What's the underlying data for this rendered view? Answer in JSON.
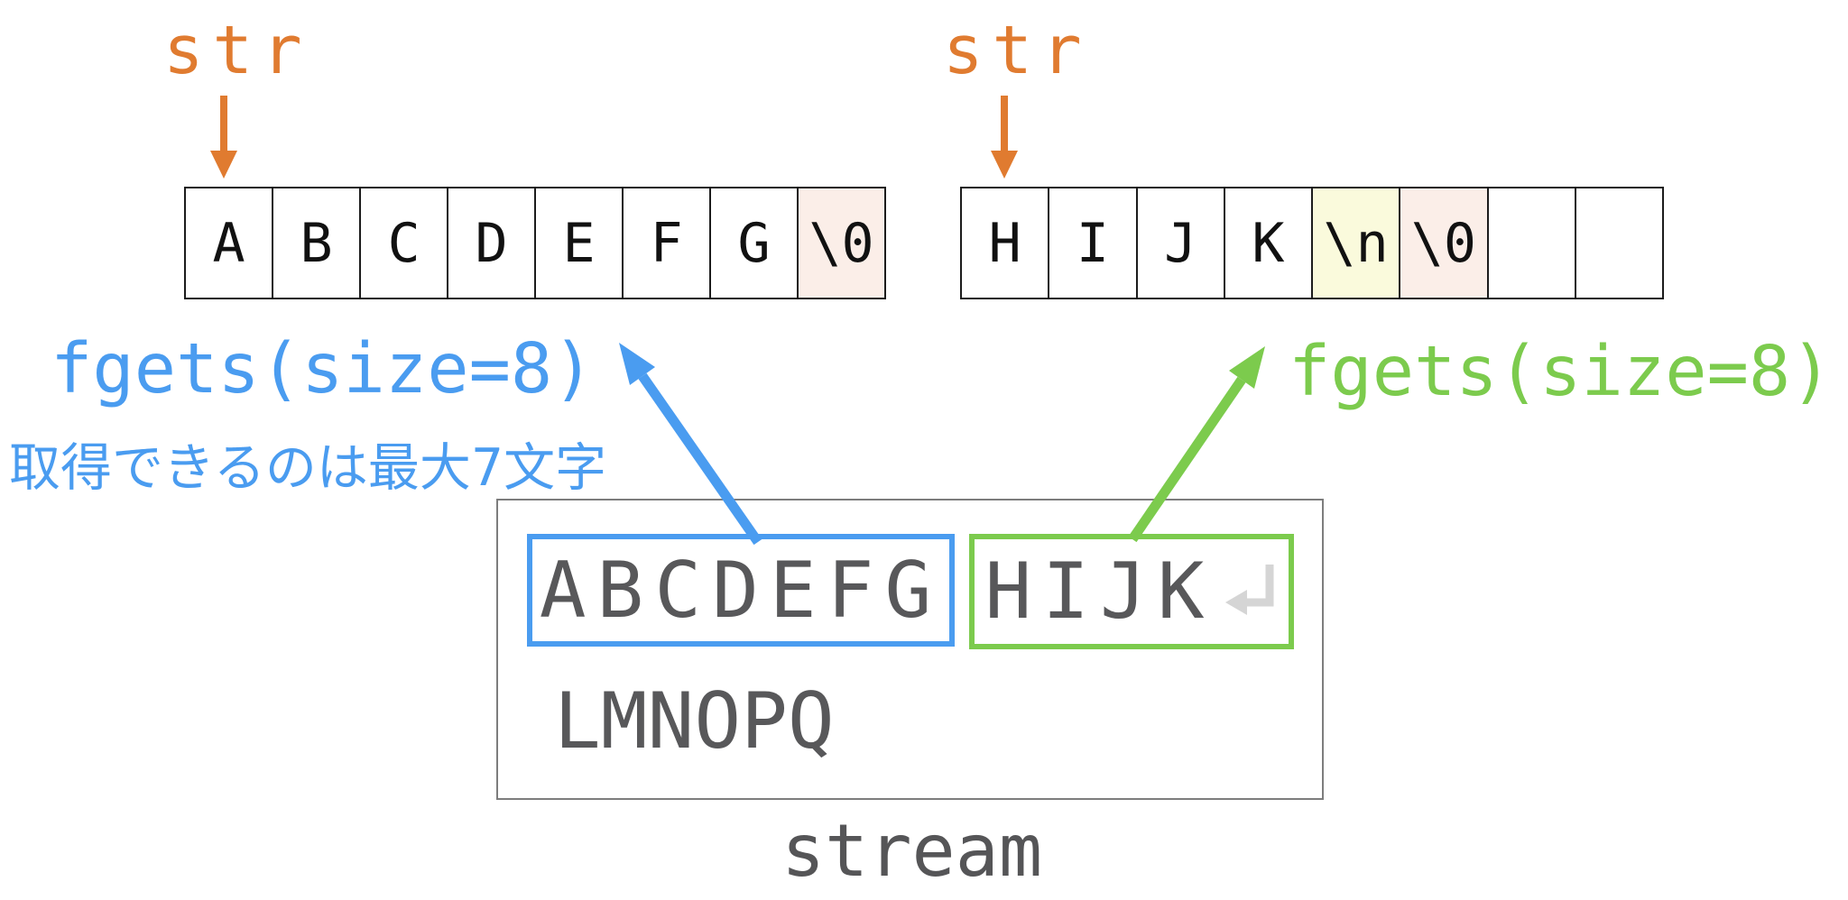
{
  "colors": {
    "orange": "#E07B30",
    "blue": "#4A9CF0",
    "green": "#7CCB4D",
    "cell_border": "#1c1c1c",
    "null_cell_bg": "#FBEEE8",
    "newline_cell_bg": "#FAFADC",
    "stream_text_gray": "#58585A",
    "stream_border_gray": "#7d7d7d",
    "enter_symbol_gray": "#D5D5D5"
  },
  "labels": {
    "left_pointer": "str",
    "right_pointer": "str",
    "left_fgets": "fgets(size=8)",
    "right_fgets": "fgets(size=8)",
    "note_jp": "取得できるのは最大7文字",
    "stream": "stream"
  },
  "left_array": {
    "cells": [
      "A",
      "B",
      "C",
      "D",
      "E",
      "F",
      "G",
      "\\0"
    ]
  },
  "right_array": {
    "cells": [
      "H",
      "I",
      "J",
      "K",
      "\\n",
      "\\0",
      "",
      ""
    ]
  },
  "stream_box": {
    "line1_first_read": "ABCDEFG",
    "line1_second_read": "HIJK",
    "line2": "LMNOPQ"
  }
}
